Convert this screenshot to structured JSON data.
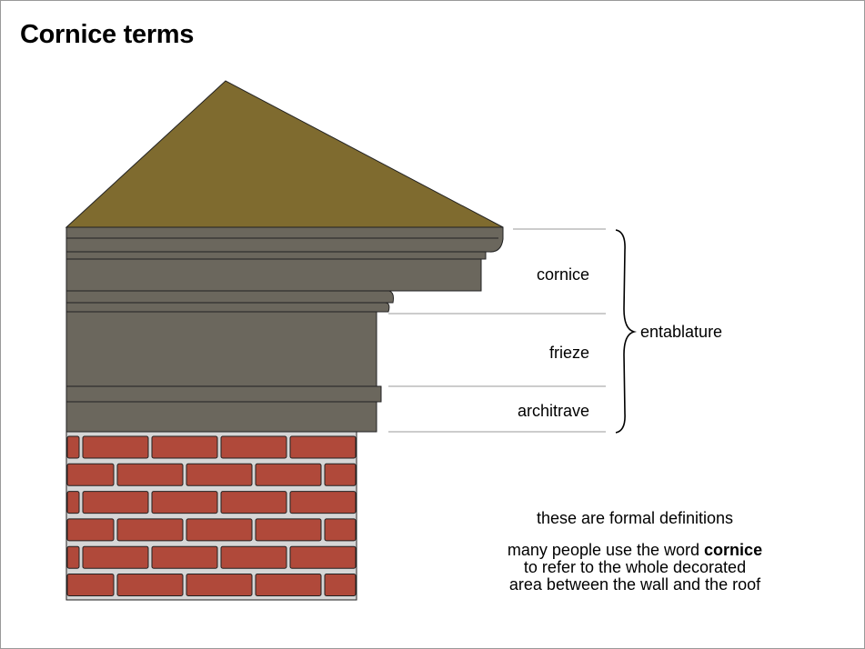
{
  "title": "Cornice terms",
  "labels": {
    "cornice": "cornice",
    "frieze": "frieze",
    "architrave": "architrave",
    "entablature": "entablature"
  },
  "note": {
    "line1": "these are formal definitions",
    "line2_before": "many people use the word ",
    "line2_bold": "cornice",
    "line3": "to refer to the whole decorated",
    "line4": "area between the wall and the roof"
  },
  "colors": {
    "roof": "#7f6b2f",
    "entablature": "#6b675d",
    "brick": "#b0493a",
    "mortar": "#d6d6d6",
    "guide_line": "#9a9a9a"
  }
}
